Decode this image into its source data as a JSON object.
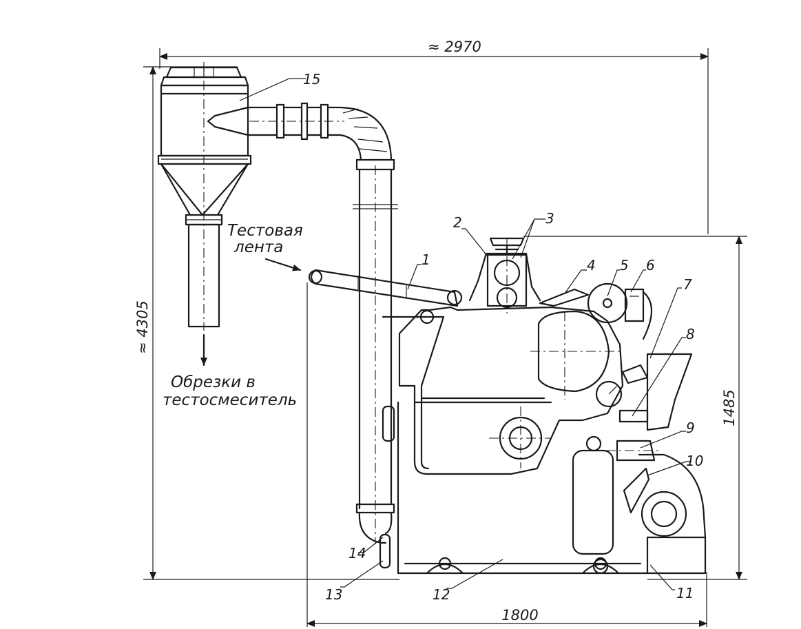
{
  "dimensions": {
    "overall_width": "≈ 2970",
    "overall_height": "≈ 4305",
    "machine_height": "1485",
    "base_width": "1800"
  },
  "notes": {
    "dough_strip_line1": "Тестовая",
    "dough_strip_line2": "лента",
    "scraps_line1": "Обрезки  в",
    "scraps_line2": "тестосмеситель"
  },
  "callouts": [
    "1",
    "2",
    "3",
    "4",
    "5",
    "6",
    "7",
    "8",
    "9",
    "10",
    "11",
    "12",
    "13",
    "14",
    "15"
  ]
}
